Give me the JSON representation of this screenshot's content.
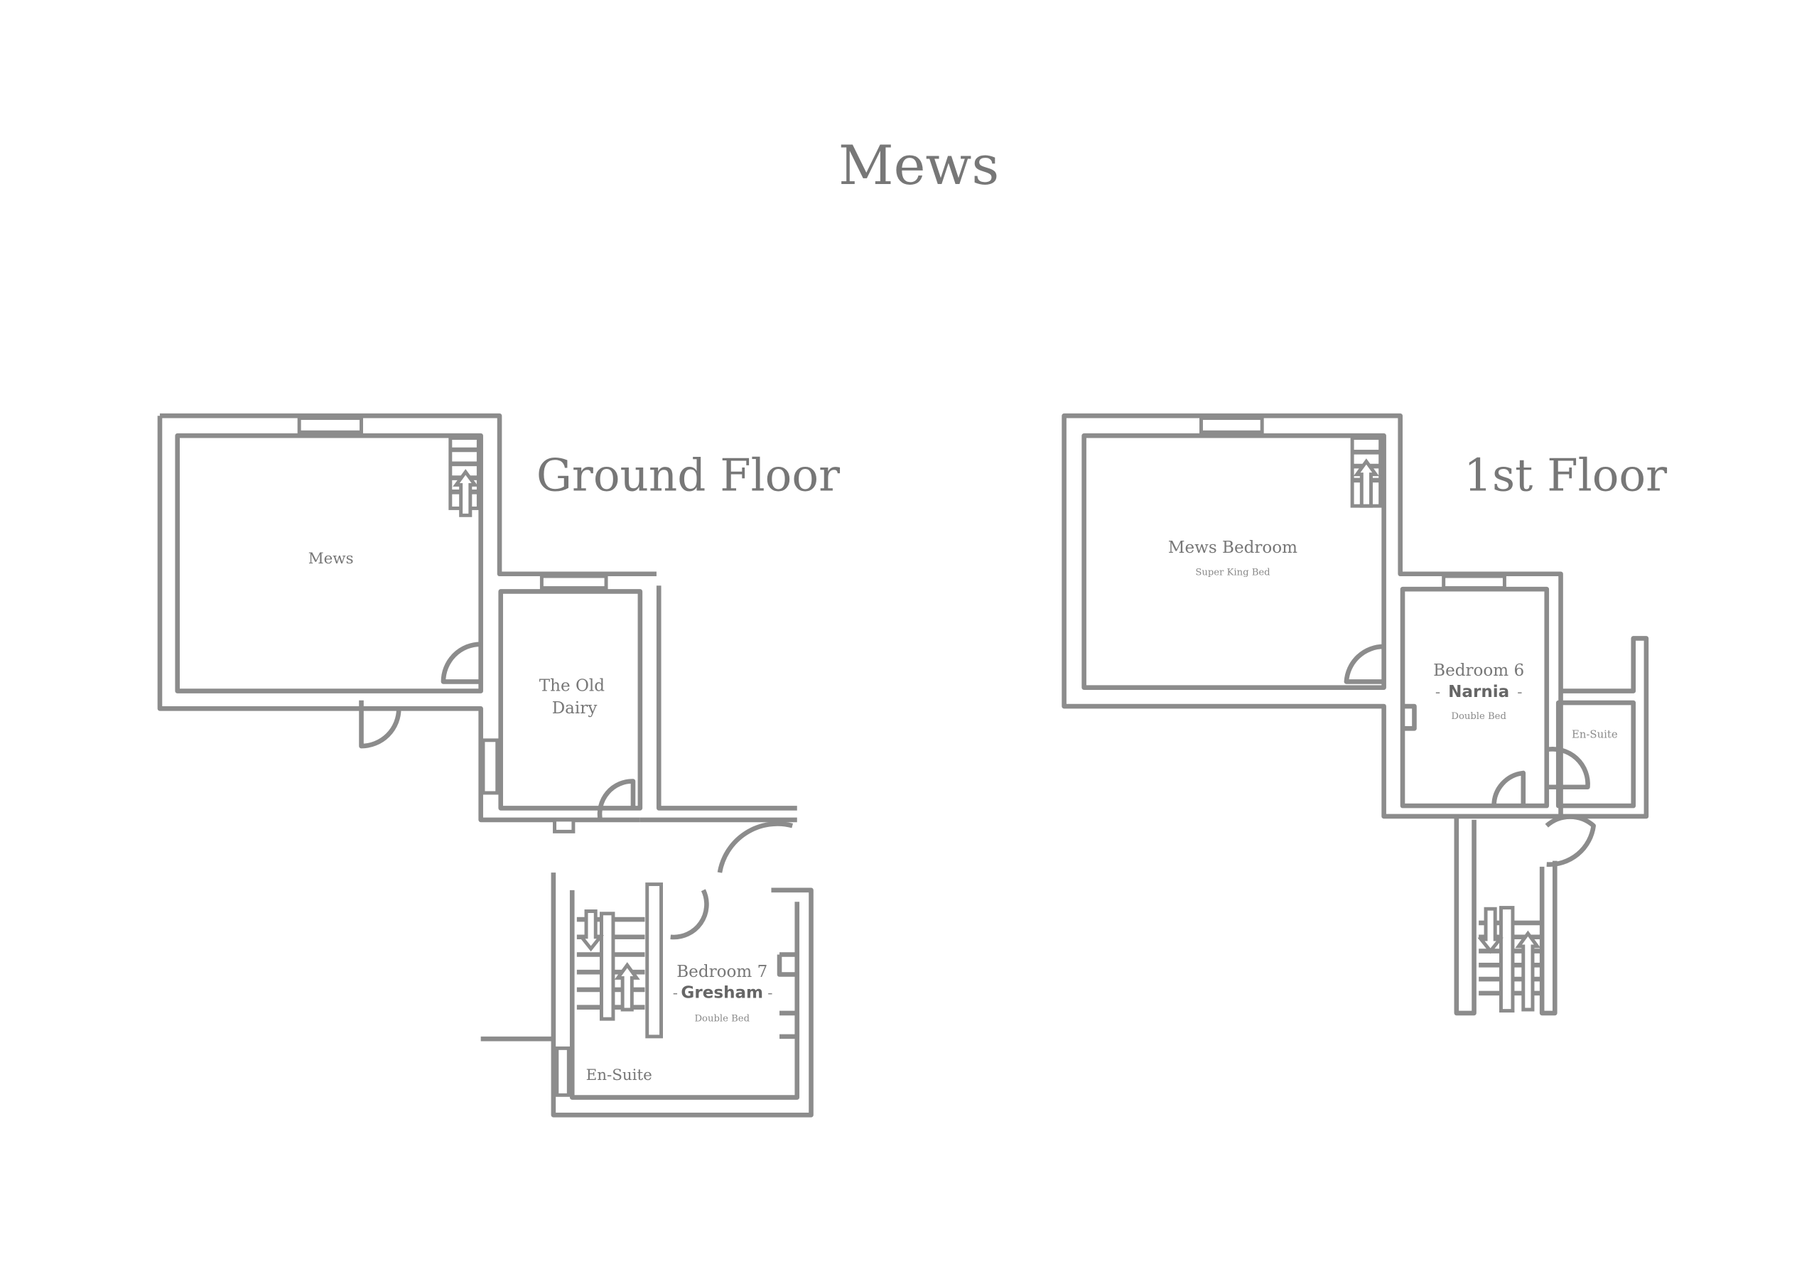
{
  "title": "Mews",
  "ground_floor": {
    "label": "Ground Floor",
    "rooms": {
      "mews": "Mews",
      "old_dairy_line1": "The Old",
      "old_dairy_line2": "Dairy",
      "bedroom7": "Bedroom 7",
      "bedroom7_name": "Gresham",
      "bedroom7_dash_left": "-",
      "bedroom7_dash_right": "-",
      "bedroom7_bed": "Double Bed",
      "ensuite": "En-Suite"
    }
  },
  "first_floor": {
    "label": "1st Floor",
    "rooms": {
      "mews_bedroom": "Mews Bedroom",
      "mews_bedroom_bed": "Super King Bed",
      "bedroom6": "Bedroom 6",
      "bedroom6_name": "Narnia",
      "bedroom6_dash_left": "-",
      "bedroom6_dash_right": "-",
      "bedroom6_bed": "Double Bed",
      "ensuite": "En-Suite"
    }
  },
  "colors": {
    "wall": "#8c8c8c",
    "text": "#777777"
  }
}
